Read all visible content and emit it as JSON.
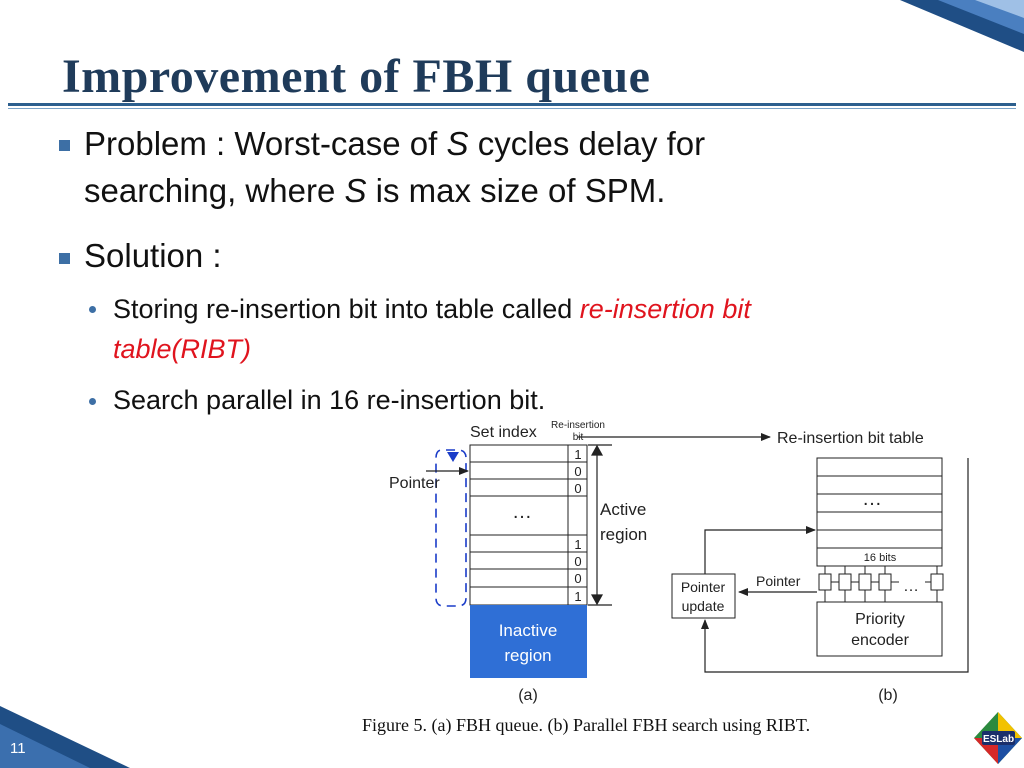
{
  "slide": {
    "title": "Improvement of FBH queue",
    "page_number": "11"
  },
  "bullets": {
    "problem": {
      "prefix": "Problem : Worst-case of ",
      "var1": "S",
      "mid": " cycles delay for",
      "line2_start": "searching, where ",
      "var2": "S",
      "line2_end": " is max size of SPM."
    },
    "solution": {
      "label": "Solution :",
      "sub1_plain": "Storing re-insertion bit into table called ",
      "sub1_red_1": "re-insertion bit",
      "sub1_red_2": "table(RIBT)",
      "sub2": "Search parallel in 16 re-insertion bit."
    }
  },
  "figure": {
    "set_index_label": "Set index",
    "reinsertion_bit_label_1": "Re-insertion",
    "reinsertion_bit_label_2": "bit",
    "pointer_label_a": "Pointer",
    "bits_top": [
      "1",
      "0",
      "0"
    ],
    "bits_bottom": [
      "1",
      "0",
      "0",
      "1"
    ],
    "ellipsis": "…",
    "active_region_1": "Active",
    "active_region_2": "region",
    "inactive_region_1": "Inactive",
    "inactive_region_2": "region",
    "inactive_color": "#2f6fd6",
    "ribt_label": "Re-insertion bit table",
    "sixteen_bits": "16 bits",
    "pointer_label_b": "Pointer",
    "pointer_update_1": "Pointer",
    "pointer_update_2": "update",
    "priority_encoder_1": "Priority",
    "priority_encoder_2": "encoder",
    "sub_a": "(a)",
    "sub_b": "(b)",
    "caption": "Figure 5.    (a) FBH queue. (b) Parallel FBH search using RIBT."
  },
  "logo": {
    "text": "ESLab"
  }
}
